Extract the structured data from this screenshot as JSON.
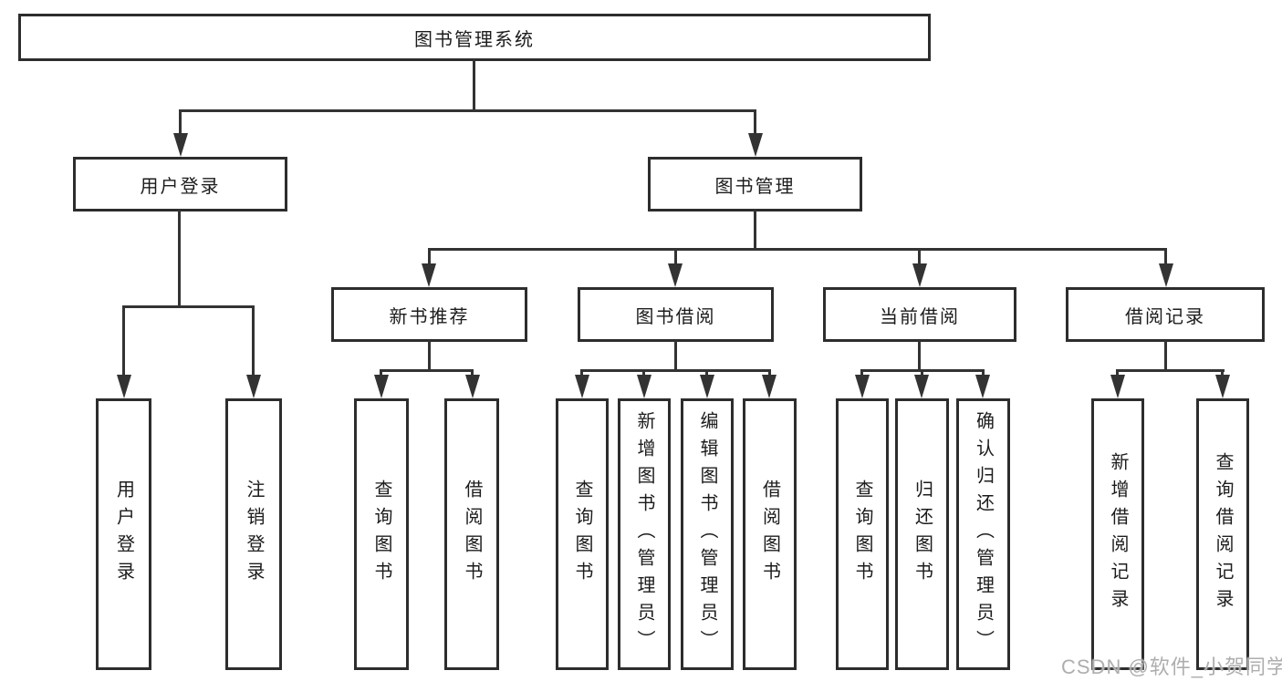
{
  "colors": {
    "line": "#333333",
    "box_border": "#2d2d2d",
    "text": "#1c1c1c",
    "watermark": "#aeaeae"
  },
  "watermark": {
    "text": "CSDN @软件_小贺同学"
  },
  "tree": {
    "root": {
      "label": "图书管理系统",
      "children": [
        {
          "label": "用户登录",
          "children": [
            {
              "label": "用户登录"
            },
            {
              "label": "注销登录"
            }
          ]
        },
        {
          "label": "图书管理",
          "children": [
            {
              "label": "新书推荐",
              "children": [
                {
                  "label": "查询图书"
                },
                {
                  "label": "借阅图书"
                }
              ]
            },
            {
              "label": "图书借阅",
              "children": [
                {
                  "label": "查询图书"
                },
                {
                  "label": "新增图书（管理员）"
                },
                {
                  "label": "编辑图书（管理员）"
                },
                {
                  "label": "借阅图书"
                }
              ]
            },
            {
              "label": "当前借阅",
              "children": [
                {
                  "label": "查询图书"
                },
                {
                  "label": "归还图书"
                },
                {
                  "label": "确认归还（管理员）"
                }
              ]
            },
            {
              "label": "借阅记录",
              "children": [
                {
                  "label": "新增借阅记录"
                },
                {
                  "label": "查询借阅记录"
                }
              ]
            }
          ]
        }
      ]
    }
  }
}
